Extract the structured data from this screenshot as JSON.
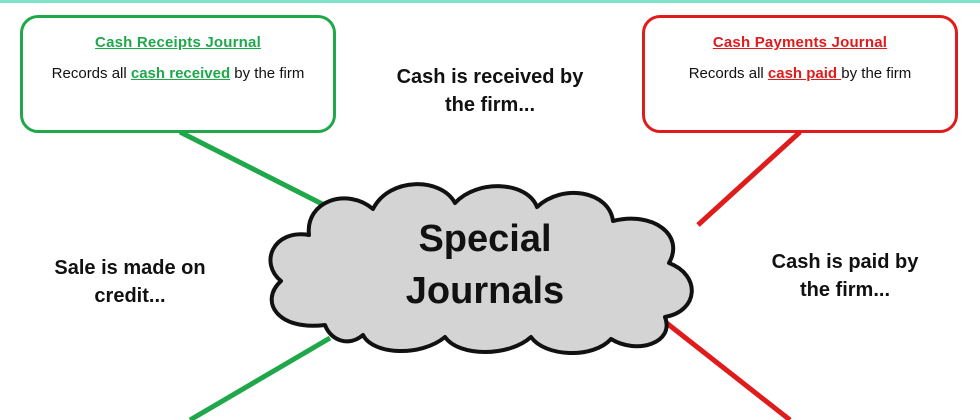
{
  "colors": {
    "receipts": "#1fa84a",
    "payments": "#e01b1b",
    "top_rule": "#7fe3c9",
    "cloud_fill": "#d4d4d4",
    "cloud_stroke": "#111111"
  },
  "receipts_card": {
    "title": "Cash Receipts Journal",
    "body_prefix": "Records all ",
    "body_highlight": "cash received",
    "body_suffix": " by the firm"
  },
  "payments_card": {
    "title": "Cash Payments Journal",
    "body_prefix": "Records all ",
    "body_highlight": "cash paid ",
    "body_suffix": " by the firm"
  },
  "labels": {
    "cash_received": "Cash is received by the firm...",
    "sale_on_credit": "Sale is made on credit...",
    "cash_paid": "Cash is paid by the firm..."
  },
  "center": {
    "line1": "Special",
    "line2": "Journals"
  }
}
